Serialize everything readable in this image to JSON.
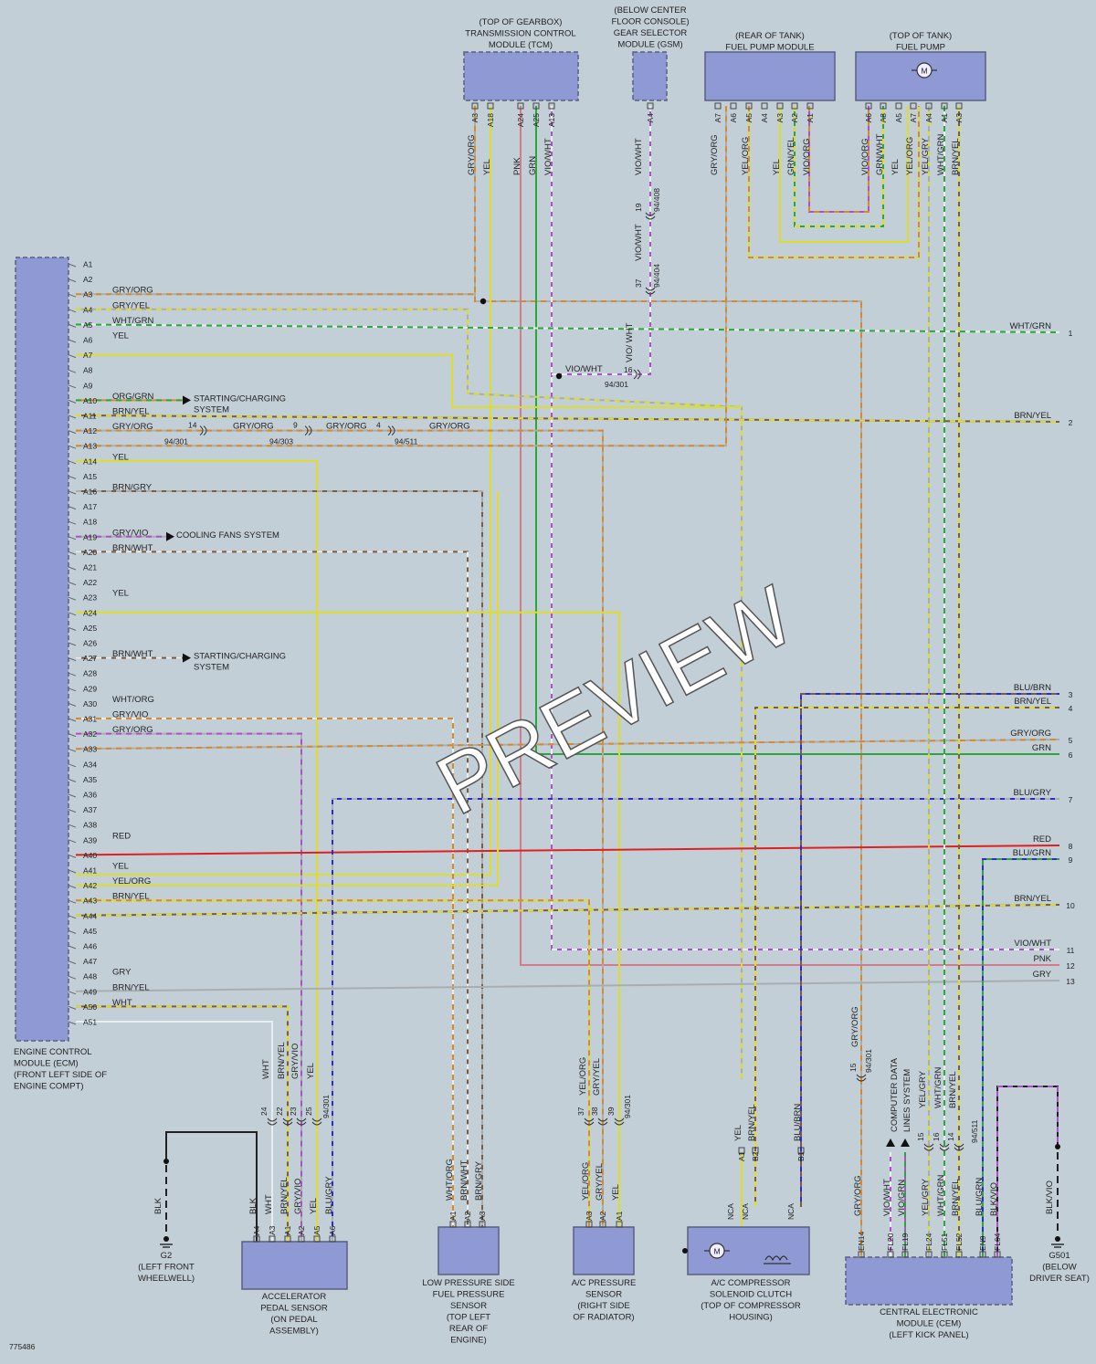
{
  "diagram_id": "775486",
  "watermark": "PREVIEW",
  "colors": {
    "background": "#c3cfd6",
    "component_fill": "#8f9ad4",
    "component_stroke": "#5a5f80",
    "GRY": "#a8aeb0",
    "ORG": "#d88a2a",
    "YEL": "#dede2a",
    "BRN": "#7b5c3e",
    "PNK": "#d47a8a",
    "GRN": "#2aa63a",
    "VIO": "#b050c8",
    "WHT": "#e8eef0",
    "RED": "#e02020",
    "BLU": "#2a2ad8",
    "BLK": "#222222"
  },
  "ecm": {
    "caption": [
      "ENGINE CONTROL",
      "MODULE (ECM)",
      "(FRONT LEFT SIDE OF",
      "ENGINE COMPT)"
    ],
    "pins": [
      "A1",
      "A2",
      "A3",
      "A4",
      "A5",
      "A6",
      "A7",
      "A8",
      "A9",
      "A10",
      "A11",
      "A12",
      "A13",
      "A14",
      "A15",
      "A16",
      "A17",
      "A18",
      "A19",
      "A20",
      "A21",
      "A22",
      "A23",
      "A24",
      "A25",
      "A26",
      "A27",
      "A28",
      "A29",
      "A30",
      "A31",
      "A32",
      "A33",
      "A34",
      "A35",
      "A36",
      "A37",
      "A38",
      "A39",
      "A40",
      "A41",
      "A42",
      "A43",
      "A44",
      "A45",
      "A46",
      "A47",
      "A48",
      "A49",
      "A50",
      "A51"
    ],
    "wire_labels": [
      {
        "pin": "A3",
        "text": "GRY/ORG"
      },
      {
        "pin": "A4",
        "text": "GRY/YEL"
      },
      {
        "pin": "A5",
        "text": "WHT/GRN"
      },
      {
        "pin": "A6",
        "text": "YEL"
      },
      {
        "pin": "A10",
        "text": "ORG/GRN"
      },
      {
        "pin": "A11",
        "text": "BRN/YEL"
      },
      {
        "pin": "A12",
        "text": "GRY/ORG"
      },
      {
        "pin": "A14",
        "text": "YEL"
      },
      {
        "pin": "A16",
        "text": "BRN/GRY"
      },
      {
        "pin": "A19",
        "text": "GRY/VIO"
      },
      {
        "pin": "A20",
        "text": "BRN/WHT"
      },
      {
        "pin": "A23",
        "text": "YEL"
      },
      {
        "pin": "A27",
        "text": "BRN/WHT"
      },
      {
        "pin": "A30",
        "text": "WHT/ORG"
      },
      {
        "pin": "A31",
        "text": "GRY/VIO"
      },
      {
        "pin": "A32",
        "text": "GRY/ORG"
      },
      {
        "pin": "A39",
        "text": "RED"
      },
      {
        "pin": "A41",
        "text": "YEL"
      },
      {
        "pin": "A42",
        "text": "YEL/ORG"
      },
      {
        "pin": "A43",
        "text": "BRN/YEL"
      },
      {
        "pin": "A48",
        "text": "GRY"
      },
      {
        "pin": "A49",
        "text": "BRN/YEL"
      },
      {
        "pin": "A50",
        "text": "WHT"
      }
    ],
    "arrows": [
      {
        "pin": "A10",
        "text": [
          "STARTING/CHARGING",
          "SYSTEM"
        ]
      },
      {
        "pin": "A19",
        "text": [
          "COOLING FANS SYSTEM"
        ]
      },
      {
        "pin": "A27",
        "text": [
          "STARTING/CHARGING",
          "SYSTEM"
        ]
      }
    ]
  },
  "a12_chain": {
    "labels": [
      "GRY/ORG",
      "GRY/ORG",
      "GRY/ORG"
    ],
    "connectors": [
      {
        "pin": "14",
        "id": "94/301"
      },
      {
        "pin": "9",
        "id": "94/303"
      },
      {
        "pin": "4",
        "id": "94/511"
      }
    ]
  },
  "tcm": {
    "caption": [
      "(TOP OF GEARBOX)",
      "TRANSMISSION CONTROL",
      "MODULE (TCM)"
    ],
    "pins": [
      "A3",
      "A18",
      "A24",
      "A25",
      "A13"
    ],
    "wires": [
      "GRY/ORG",
      "YEL",
      "PNK",
      "GRN",
      "VIO/WHT"
    ]
  },
  "gsm": {
    "caption": [
      "(BELOW CENTER",
      "FLOOR CONSOLE)",
      "GEAR SELECTOR",
      "MODULE (GSM)"
    ],
    "pin": "A4",
    "wires": [
      "VIO/WHT",
      "VIO/WHT",
      "VIO/ WHT",
      "VIO/WHT"
    ],
    "connectors": [
      {
        "pin": "19",
        "id": "94/408"
      },
      {
        "pin": "37",
        "id": "94/404"
      },
      {
        "pin": "16",
        "id": "94/301"
      }
    ]
  },
  "fuel_module": {
    "caption": [
      "(REAR OF TANK)",
      "FUEL PUMP MODULE"
    ],
    "pins": [
      "A7",
      "A6",
      "A5",
      "A4",
      "A3",
      "A2",
      "A1"
    ],
    "wires": [
      "GRY/ORG",
      "",
      "YEL/ORG",
      "",
      "YEL",
      "GRN/YEL",
      "VIO/ORG"
    ]
  },
  "fuel_pump": {
    "caption": [
      "(TOP OF TANK)",
      "FUEL PUMP"
    ],
    "motor_label": "M",
    "pins": [
      "A6",
      "A8",
      "A5",
      "A7",
      "A4",
      "A1",
      "A3"
    ],
    "wires": [
      "VIO/ORG",
      "GRN/WHT",
      "YEL",
      "YEL/ORG",
      "YEL/GRY",
      "WHT/GRN",
      "BRN/YEL"
    ]
  },
  "right_terminals": [
    {
      "num": "1",
      "label": "WHT/GRN"
    },
    {
      "num": "2",
      "label": "BRN/YEL"
    },
    {
      "num": "3",
      "label": "BLU/BRN"
    },
    {
      "num": "4",
      "label": "BRN/YEL"
    },
    {
      "num": "5",
      "label": "GRY/ORG"
    },
    {
      "num": "6",
      "label": "GRN"
    },
    {
      "num": "7",
      "label": "BLU/GRY"
    },
    {
      "num": "8",
      "label": "RED"
    },
    {
      "num": "9",
      "label": "BLU/GRN"
    },
    {
      "num": "10",
      "label": "BRN/YEL"
    },
    {
      "num": "11",
      "label": "VIO/WHT"
    },
    {
      "num": "12",
      "label": "PNK"
    },
    {
      "num": "13",
      "label": "GRY"
    }
  ],
  "ground_g2": {
    "caption": [
      "G2",
      "(LEFT FRONT",
      "WHEELWELL)"
    ],
    "wire": "BLK"
  },
  "aps": {
    "caption": [
      "ACCELERATOR",
      "PEDAL SENSOR",
      "(ON PEDAL",
      "ASSEMBLY)"
    ],
    "upper_labels": [
      "WHT",
      "BRN/YEL",
      "GRY/VIO",
      "YEL"
    ],
    "upper_pins": [
      "24",
      "22",
      "23",
      "25"
    ],
    "connector": "94/301",
    "pins": [
      "A4",
      "A3",
      "A1",
      "A2",
      "A5",
      "A6"
    ],
    "wires": [
      "BLK",
      "WHT",
      "BRN/YEL",
      "GRY/VIO",
      "YEL",
      "BLU/GRY"
    ]
  },
  "lpfps": {
    "caption": [
      "LOW PRESSURE SIDE",
      "FUEL PRESSURE",
      "SENSOR",
      "(TOP LEFT",
      "REAR OF",
      "ENGINE)"
    ],
    "pins": [
      "A1",
      "A2",
      "A3"
    ],
    "wires": [
      "WHT/ORG",
      "BRN/WHT",
      "BRN/GRY"
    ]
  },
  "acps": {
    "caption": [
      "A/C PRESSURE",
      "SENSOR",
      "(RIGHT SIDE",
      "OF RADIATOR)"
    ],
    "upper_labels": [
      "YEL/ORG",
      "GRY/YEL"
    ],
    "upper_pins": [
      "37",
      "38",
      "39"
    ],
    "connector": "94/301",
    "pins": [
      "A3",
      "A2",
      "A1"
    ],
    "wires": [
      "YEL/ORG",
      "GRY/YEL",
      "YEL"
    ]
  },
  "acclutch": {
    "caption": [
      "A/C COMPRESSOR",
      "SOLENOID CLUTCH",
      "(TOP OF COMPRESSOR",
      "HOUSING)"
    ],
    "motor_label": "M",
    "pins": [
      "A1",
      "B2",
      "B1"
    ],
    "wires": [
      "YEL",
      "BRN/YEL",
      "BLU/BRN"
    ],
    "nca": [
      "NCA",
      "NCA",
      "NCA"
    ]
  },
  "cem": {
    "caption": [
      "CENTRAL ELECTRONIC",
      "MODULE (CEM)",
      "(LEFT KICK PANEL)"
    ],
    "pins": [
      "EN14",
      "FL20",
      "FL19",
      "FL24",
      "FL51",
      "FL52",
      "EN9",
      "FL64"
    ],
    "wires": [
      "GRY/ORG",
      "VIO/WHT",
      "VIO/GRN",
      "YEL/GRY",
      "WHT/GRN",
      "BRN/YEL",
      "BLU/GRN",
      "BLK/VIO"
    ],
    "upper_labels": [
      "GRY/ORG",
      "YEL/GRY",
      "WHT/GRN",
      "BRN/YEL"
    ],
    "upper_pins": [
      "15",
      "15",
      "16",
      "14"
    ],
    "connectors": [
      "94/301",
      "94/511"
    ],
    "data_lines": [
      "COMPUTER DATA",
      "LINES SYSTEM"
    ]
  },
  "ground_g501": {
    "caption": [
      "G501",
      "(BELOW",
      "DRIVER SEAT)"
    ],
    "wire": "BLK/VIO"
  }
}
